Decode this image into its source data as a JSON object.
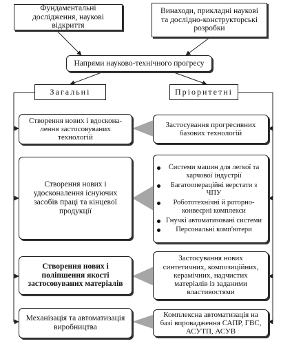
{
  "top_left": "Фундаментальні дослідження, наукові відкриття",
  "top_right": "Винаходи, прикладні наукові та дослідно-конструкторські розробки",
  "center_title": "Напрями науково-технічного прогресу",
  "general_label": "Загальні",
  "priority_label": "Пріоритетні",
  "general": [
    "Створення нових і вдоскона-лення застосовуваних технологій",
    "Створення нових і удосконалення існуючих засобів праці та кінцевої продукції",
    "Створення нових і поліпшення якості застосовуваних матеріалів",
    "Механізація та автоматизація виробництва"
  ],
  "priority": {
    "tech": "Застосування прогресивних базових технологій",
    "tools": [
      "Системи машин для легкої та харчової індустрії",
      "Багатоопераційні верстати з ЧПУ",
      "Робототехнічні й роторно-конвеєрні комплекси",
      "Гнучкі автоматизовані системи",
      "Персональні комп'ютери"
    ],
    "materials": "Застосування нових синтетичних, композиційних, керамічних, надчистих матеріалів із заданими властивостями",
    "automation": "Комплексна автоматизація на базі впровадження САПР, ГВС, АСУТП, АСУВ"
  },
  "colors": {
    "arrow_fill": "#a6a6a6",
    "line": "#222222"
  }
}
